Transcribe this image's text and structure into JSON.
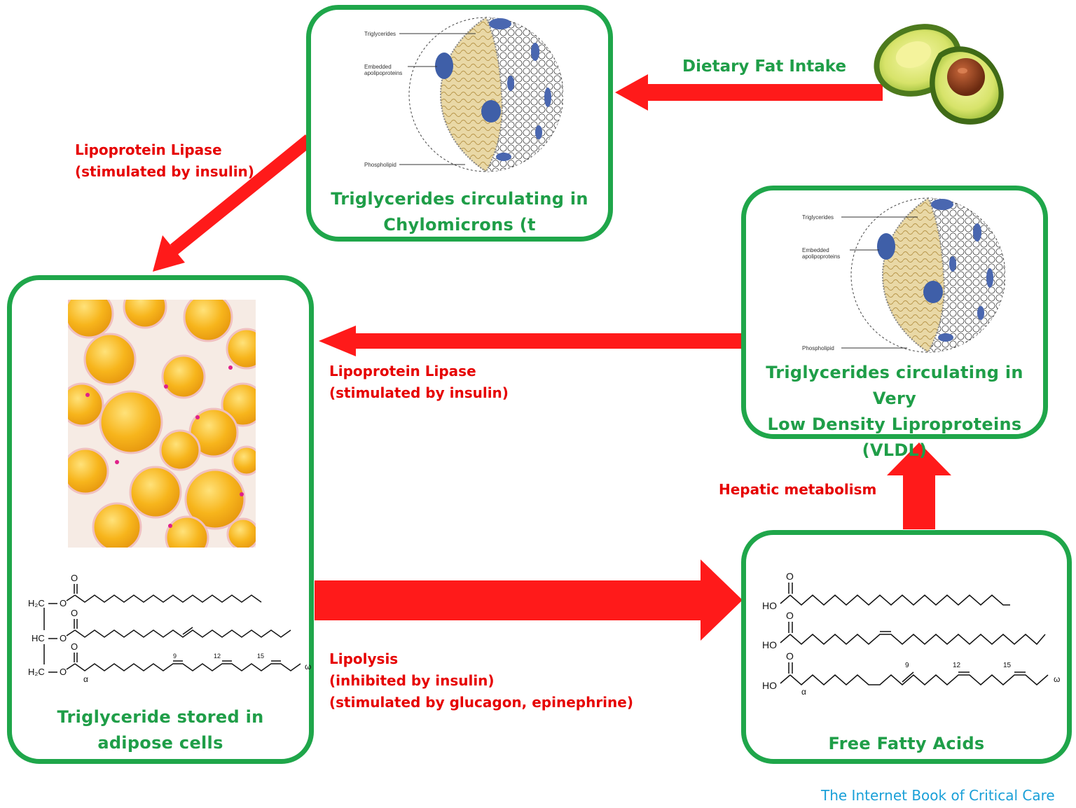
{
  "boxes": {
    "chylomicron": {
      "title_line1": "Triglycerides circulating in",
      "title_line2": "Chylomicrons (t",
      "labels": {
        "triglycerides": "Triglycerides",
        "embedded1": "Embedded",
        "embedded2": "apolipoproteins",
        "phospholipid": "Phospholipid"
      }
    },
    "vldl": {
      "title_line1": "Triglycerides circulating in Very",
      "title_line2": "Low Density Liproproteins",
      "title_line3": "(VLDL)",
      "labels": {
        "triglycerides": "Triglycerides",
        "embedded1": "Embedded",
        "embedded2": "apolipoproteins",
        "phospholipid": "Phospholipid"
      }
    },
    "adipose": {
      "title_line1": "Triglyceride stored in",
      "title_line2": "adipose cells",
      "chem": {
        "h2c": "H₂C",
        "hc": "HC",
        "o": "O",
        "alpha": "α",
        "omega": "ω",
        "n9": "9",
        "n12": "12",
        "n15": "15"
      }
    },
    "ffa": {
      "title": "Free Fatty Acids",
      "chem": {
        "ho": "HO",
        "o": "O",
        "alpha": "α",
        "omega": "ω",
        "n9": "9",
        "n12": "12",
        "n15": "15"
      }
    }
  },
  "arrows": {
    "dietary": "Dietary Fat Intake",
    "lpl_top_1": "Lipoprotein Lipase",
    "lpl_top_2": "(stimulated by insulin)",
    "lpl_mid_1": "Lipoprotein Lipase",
    "lpl_mid_2": "(stimulated by insulin)",
    "lipolysis_1": "Lipolysis",
    "lipolysis_2": "(inhibited by insulin)",
    "lipolysis_3": "(stimulated by glucagon, epinephrine)",
    "hepatic": "Hepatic metabolism"
  },
  "credit": "The Internet Book of Critical Care",
  "colors": {
    "box_border": "#1fa64a",
    "arrow": "#ff1a1a",
    "label_red": "#e60000",
    "title_green": "#1f9e48",
    "credit_blue": "#1aa0d8"
  }
}
